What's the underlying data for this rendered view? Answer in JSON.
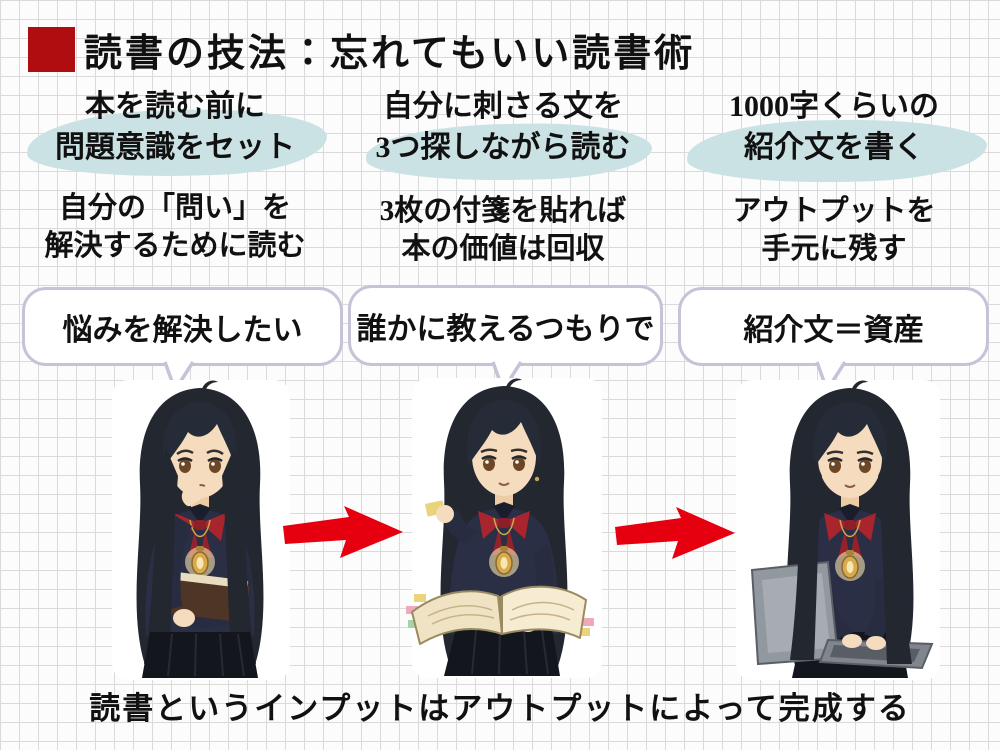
{
  "title": {
    "text": "読書の技法：忘れてもいい読書術"
  },
  "steps": [
    {
      "headline": [
        "本を読む前に",
        "問題意識をセット"
      ],
      "detail": [
        "自分の「問い」を",
        "解決するために読む"
      ],
      "bubble": "悩みを解決したい",
      "figure": "woman-thinking-holding-book"
    },
    {
      "headline": [
        "自分に刺さる文を",
        "3つ探しながら読む"
      ],
      "detail": [
        "3枚の付箋を貼れば",
        "本の価値は回収"
      ],
      "bubble": "誰かに教えるつもりで",
      "figure": "woman-reading-open-book-with-sticky-notes"
    },
    {
      "headline": [
        "1000字くらいの",
        "紹介文を書く"
      ],
      "detail": [
        "アウトプットを",
        "手元に残す"
      ],
      "bubble": "紹介文＝資産",
      "figure": "woman-typing-on-laptop"
    }
  ],
  "footer": {
    "text": "読書というインプットはアウトプットによって完成する"
  },
  "colors": {
    "title_bullet_red": "#b00d10",
    "arrow_red": "#e6000f",
    "highlight_teal": "#cbe2e5",
    "bubble_border": "#c6c3d8",
    "grid_line": "#dadada",
    "background": "#fcfcfc",
    "text": "#111111"
  }
}
